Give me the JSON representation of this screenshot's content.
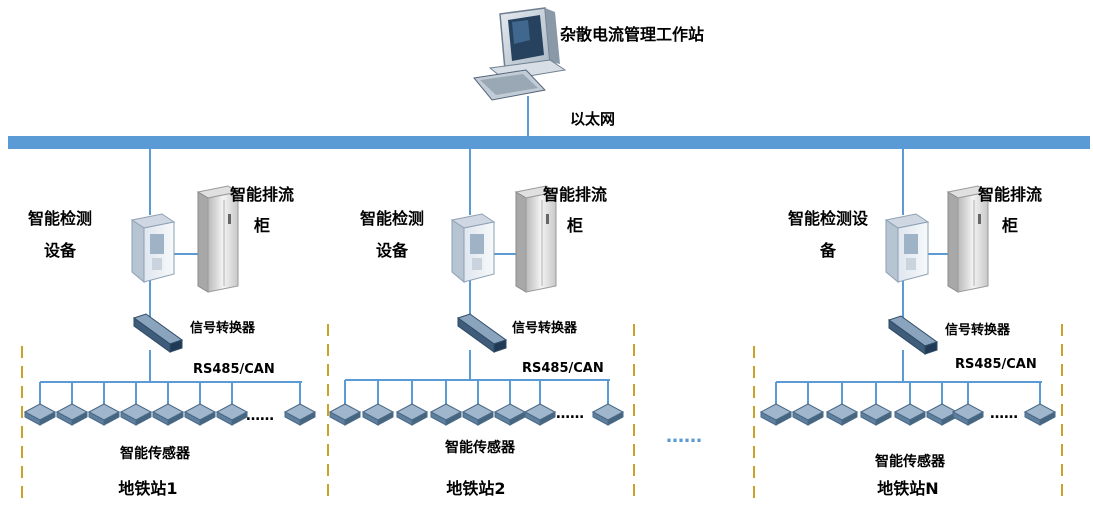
{
  "workstation": {
    "label": "杂散电流管理工作站"
  },
  "network": {
    "label": "以太网"
  },
  "stations": [
    {
      "detector_label": [
        "智能检测",
        "设备"
      ],
      "cabinet_label": [
        "智能排流",
        "柜"
      ],
      "converter_label": "信号转换器",
      "bus_label": "RS485/CAN",
      "sensor_label": "智能传感器",
      "ellipsis": "……",
      "station_name": "地铁站1"
    },
    {
      "detector_label": [
        "智能检测",
        "设备"
      ],
      "cabinet_label": [
        "智能排流",
        "柜"
      ],
      "converter_label": "信号转换器",
      "bus_label": "RS485/CAN",
      "sensor_label": "智能传感器",
      "ellipsis": "……",
      "station_name": "地铁站2"
    },
    {
      "detector_label": [
        "智能检测设",
        "备"
      ],
      "cabinet_label": [
        "智能排流",
        "柜"
      ],
      "converter_label": "信号转换器",
      "bus_label": "RS485/CAN",
      "sensor_label": "智能传感器",
      "ellipsis": "……",
      "station_name": "地铁站N"
    }
  ],
  "between_ellipsis": "……",
  "colors": {
    "ethernet_bar": "#5b9bd5",
    "line": "#5b9bd5",
    "divider": "#c9a227",
    "sensor_top": "#9fb6cc",
    "sensor_edge": "#4a6a88"
  }
}
